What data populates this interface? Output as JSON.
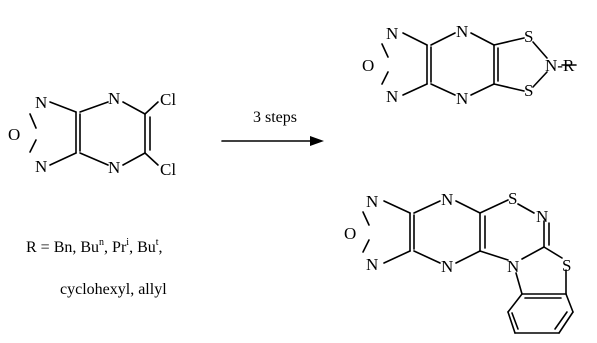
{
  "atoms": {
    "N": "N",
    "O": "O",
    "S": "S",
    "Cl": "Cl"
  },
  "substituent": "N-R",
  "arrow_label": "3 steps",
  "r_definition": {
    "line1_prefix": "R = Bn, Bu",
    "sup_n": "n",
    "pr": ", Pr",
    "sup_i": "i",
    "bu": ", Bu",
    "sup_t": "t",
    "comma": ",",
    "line2": "cyclohexyl, allyl"
  }
}
